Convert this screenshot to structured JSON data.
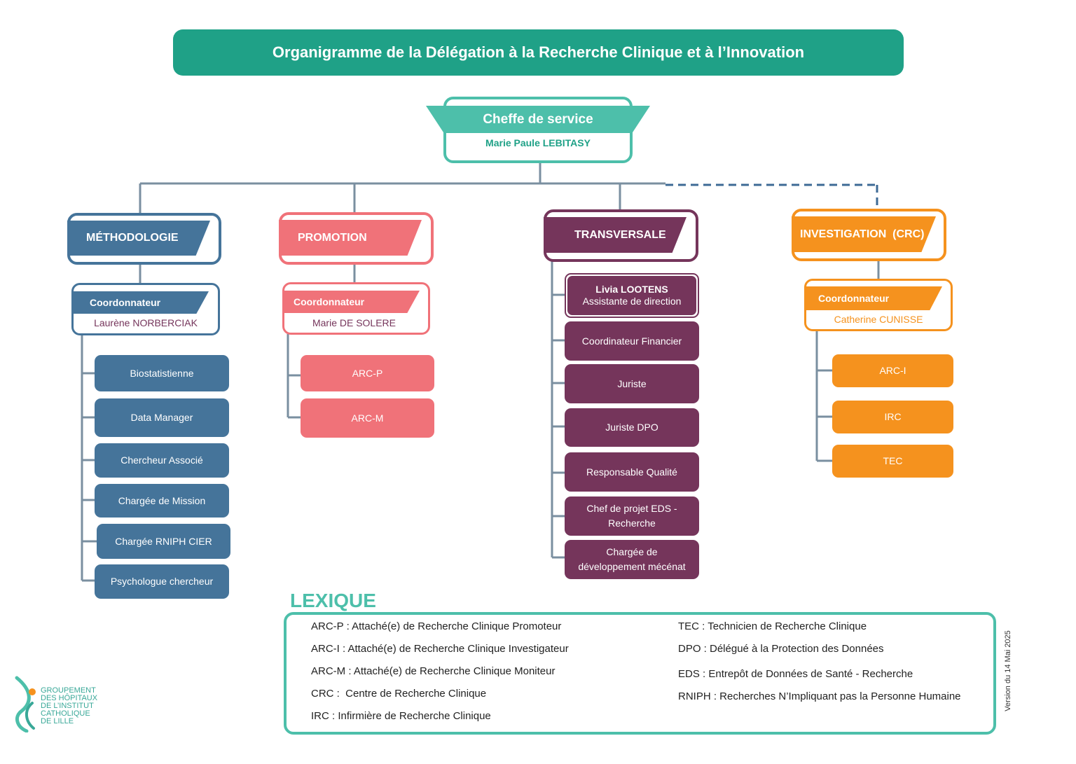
{
  "title": "Organigramme de la Délégation à la Recherche Clinique et à l’Innovation",
  "head": {
    "role": "Cheffe de service",
    "name": "Marie Paule LEBITASY"
  },
  "colors": {
    "title_bar": "#1fa187",
    "head": "#4dbfaa",
    "methodologie": "#45749a",
    "promotion": "#f07279",
    "transversale": "#75355b",
    "investigation": "#f5921e",
    "lexique": "#4dbfaa"
  },
  "departments": {
    "methodologie": {
      "label": "MÉTHODOLOGIE",
      "coordinator_label": "Coordonnateur",
      "coordinator_name": "Laurène NORBERCIAK",
      "items": [
        "Biostatistienne",
        "Data Manager",
        "Chercheur Associé",
        "Chargée de Mission",
        "Chargée RNIPH CIER",
        "Psychologue chercheur"
      ]
    },
    "promotion": {
      "label": "PROMOTION",
      "coordinator_label": "Coordonnateur",
      "coordinator_name": "Marie DE SOLERE",
      "items": [
        "ARC-P",
        "ARC-M"
      ]
    },
    "transversale": {
      "label": "TRANSVERSALE",
      "assistant_name": "Livia LOOTENS",
      "assistant_role": "Assistante de direction",
      "items": [
        "Coordinateur Financier",
        "Juriste",
        "Juriste DPO",
        "Responsable Qualité",
        "Chef de projet EDS - Recherche",
        "Chargée de développement mécénat"
      ]
    },
    "investigation": {
      "label": "INVESTIGATION  (CRC)",
      "coordinator_label": "Coordonnateur",
      "coordinator_name": "Catherine CUNISSE",
      "items": [
        "ARC-I",
        "IRC",
        "TEC"
      ]
    }
  },
  "lexique": {
    "title": "LEXIQUE",
    "left": [
      "ARC-P : Attaché(e) de Recherche Clinique Promoteur",
      "ARC-I : Attaché(e) de Recherche Clinique Investigateur",
      "ARC-M : Attaché(e) de Recherche Clinique Moniteur",
      "CRC :  Centre de Recherche Clinique",
      "IRC : Infirmière de Recherche Clinique"
    ],
    "right": [
      "TEC : Technicien de Recherche Clinique",
      "DPO : Délégué à la Protection des Données",
      "EDS : Entrepôt de Données de Santé - Recherche",
      "RNIPH : Recherches N’Impliquant pas la Personne Humaine"
    ]
  },
  "version": "Version du 14 Mai 2025",
  "logo": {
    "lines": [
      "GROUPEMENT",
      "DES HÔPITAUX",
      "DE L’INSTITUT",
      "CATHOLIQUE",
      "DE LILLE"
    ]
  }
}
